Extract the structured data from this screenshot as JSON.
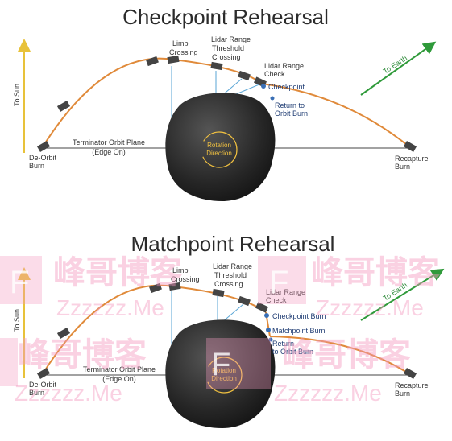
{
  "panel_top": {
    "title": "Checkpoint Rehearsal",
    "sun": "To Sun",
    "earth": "To Earth",
    "deorbit": [
      "De-Orbit",
      "Burn"
    ],
    "terminator": [
      "Terminator Orbit Plane",
      "(Edge On)"
    ],
    "limb": [
      "Limb",
      "Crossing"
    ],
    "lidar_threshold": [
      "Lidar Range",
      "Threshold",
      "Crossing"
    ],
    "lidar_check": [
      "Lidar Range",
      "Check"
    ],
    "checkpoint": "Checkpoint",
    "return": [
      "Return to",
      "Orbit Burn"
    ],
    "rotation": [
      "Rotation",
      "Direction"
    ],
    "recapture": [
      "Recapture",
      "Burn"
    ]
  },
  "panel_bottom": {
    "title": "Matchpoint Rehearsal",
    "sun": "To Sun",
    "earth": "To Earth",
    "deorbit": [
      "De-Orbit",
      "Burn"
    ],
    "terminator": [
      "Terminator Orbit Plane",
      "(Edge On)"
    ],
    "limb": [
      "Limb",
      "Crossing"
    ],
    "lidar_threshold": [
      "Lidar Range",
      "Threshold",
      "Crossing"
    ],
    "lidar_check": [
      "Lidar Range",
      "Check"
    ],
    "checkpoint_burn": "Checkpoint Burn",
    "matchpoint_burn": "Matchpoint Burn",
    "return": [
      "Return",
      "to Orbit Burn"
    ],
    "rotation": [
      "Rotation",
      "Direction"
    ],
    "recapture": [
      "Recapture",
      "Burn"
    ]
  },
  "watermark": {
    "chinese": "峰哥博客",
    "latin": "Zzzzzz.Me",
    "logo_letter": "F"
  },
  "colors": {
    "trajectory": "#e08a3a",
    "sun_arrow": "#e8c23a",
    "earth_arrow": "#2f9a3a",
    "lidar_line": "#5aa6d6",
    "point": "#3a6fb5",
    "asteroid": "#2a2a2a",
    "rotation": "#f0c040",
    "watermark": "#f49ac1"
  }
}
